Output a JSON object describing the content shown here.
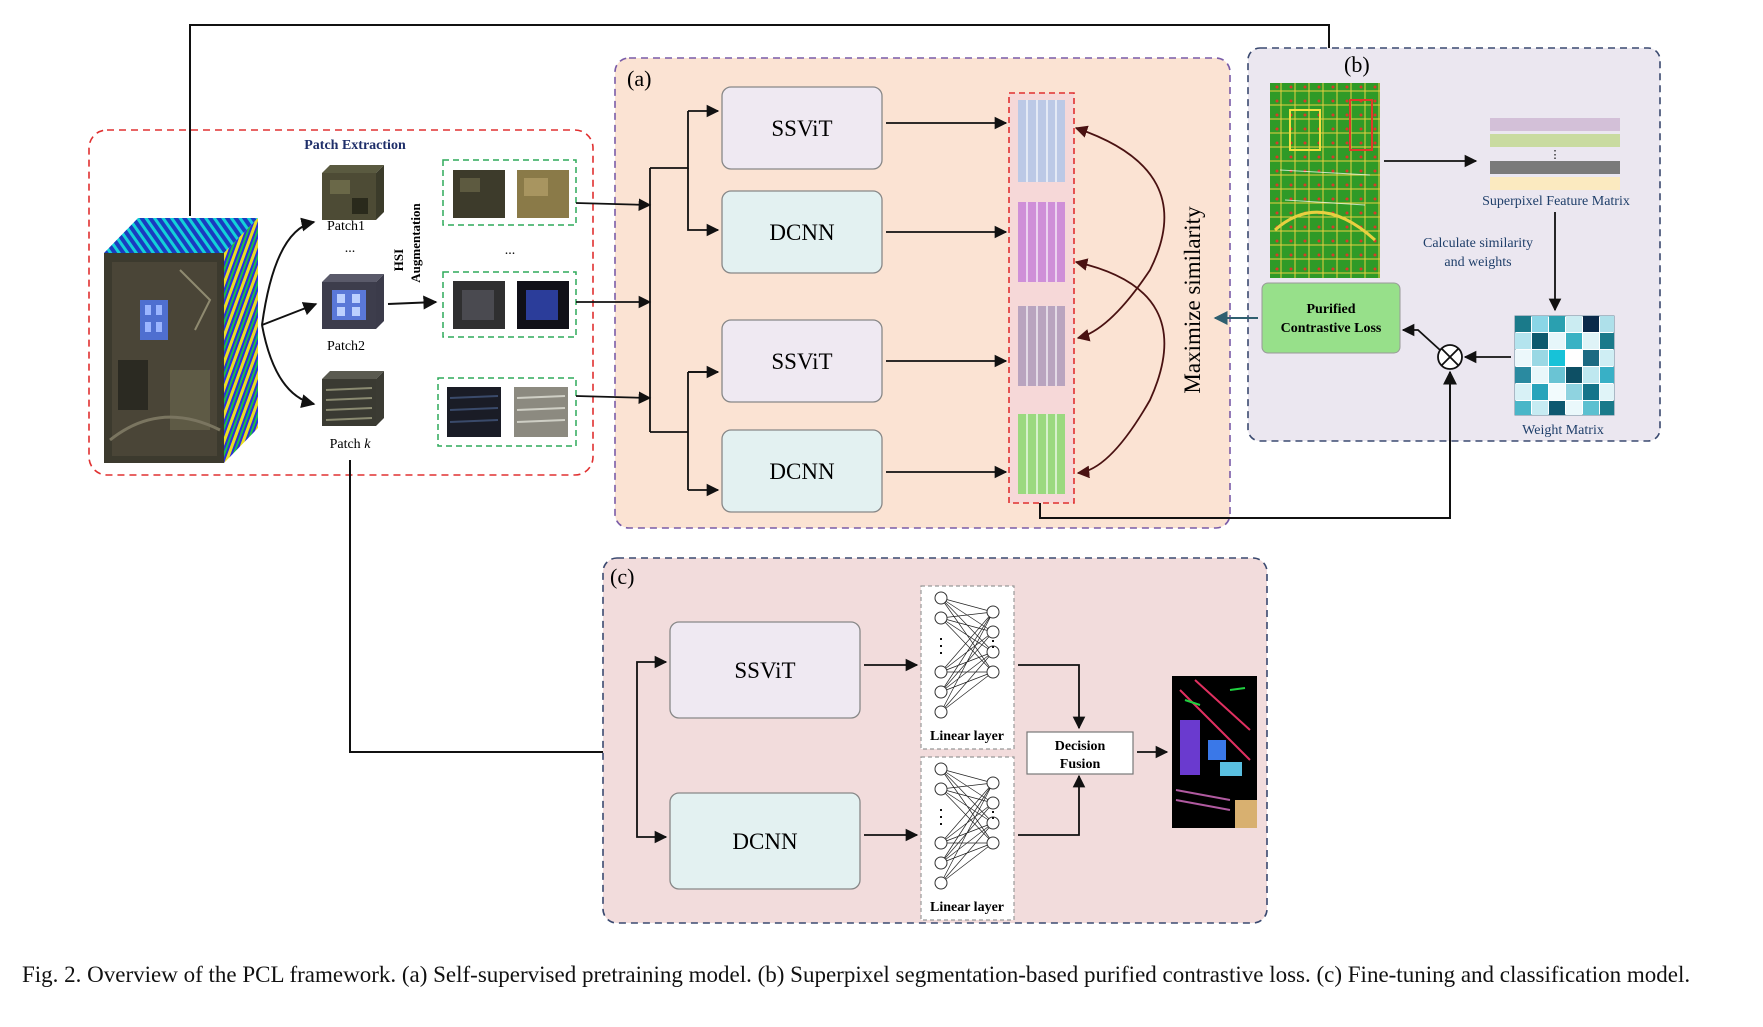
{
  "patch_extraction": {
    "title": "Patch Extraction",
    "patches": [
      "Patch1",
      "...",
      "Patch2",
      "Patch"
    ],
    "patch_k_suffix": "k",
    "augmentation_label_1": "HSI",
    "augmentation_label_2": "Augmentation",
    "augmentation_ellipsis": "..."
  },
  "panel_a": {
    "label": "(a)",
    "blocks": [
      "SSViT",
      "DCNN",
      "SSViT",
      "DCNN"
    ],
    "maximize_label": "Maximize similarity"
  },
  "panel_b": {
    "label": "(b)",
    "feature_matrix_label": "Superpixel Feature Matrix",
    "feature_ellipsis": "⋮",
    "calc_label_1": "Calculate similarity",
    "calc_label_2": "and weights",
    "weight_matrix_label": "Weight Matrix",
    "loss_label_1": "Purified",
    "loss_label_2": "Contrastive Loss",
    "multiply_symbol": "⊗"
  },
  "panel_c": {
    "label": "(c)",
    "blocks": [
      "SSViT",
      "DCNN"
    ],
    "linear_layer_1": "Linear layer",
    "linear_layer_2": "Linear layer",
    "fusion_label_1": "Decision",
    "fusion_label_2": "Fusion"
  },
  "caption": "Fig. 2.   Overview of the PCL framework. (a) Self-supervised pretraining model. (b) Superpixel segmentation-based purified contrastive loss. (c) Fine-tuning and classification model.",
  "colors": {
    "panel_a_bg": "#fbe3d3",
    "panel_b_bg": "#ebe7f0",
    "panel_c_bg": "#f2dcdc",
    "ssvit_fill": "#efe9f2",
    "dcnn_fill": "#e3f1f1",
    "loss_fill": "#97e08a",
    "red_dash": "#e03030",
    "green_dash": "#2faa5a",
    "purple_dash": "#7a5ca8",
    "navy_dash": "#3b4a70"
  }
}
